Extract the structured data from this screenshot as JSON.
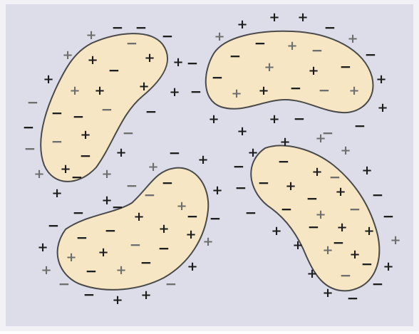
{
  "colors": {
    "background": "#dcdde8",
    "frame": "#f2f2f6",
    "particle_fill": "#f7e6c4",
    "particle_stroke": "#4a4a4a",
    "charge_dark": "#1c1c1c",
    "charge_light": "#6e6e6e"
  },
  "charges": {
    "plus": "+",
    "minus": "−"
  },
  "particles": [
    {
      "name": "particle-top-left",
      "charges_inside": "mixed",
      "charges_around": "mixed"
    },
    {
      "name": "particle-top-right",
      "charges_inside": "mixed",
      "charges_around": "mixed"
    },
    {
      "name": "particle-bottom-left",
      "charges_inside": "mixed",
      "charges_around": "mixed"
    },
    {
      "name": "particle-bottom-right",
      "charges_inside": "mixed",
      "charges_around": "mixed"
    }
  ]
}
